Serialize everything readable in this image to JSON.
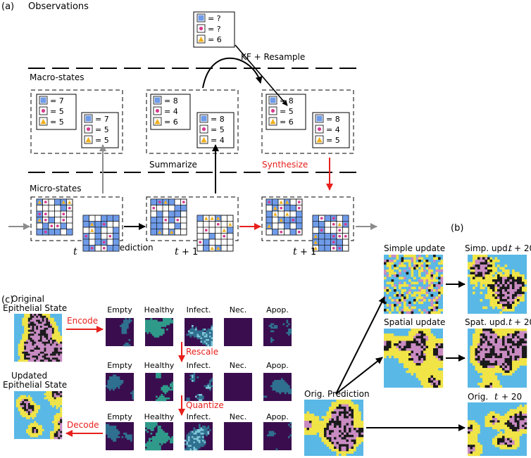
{
  "panel_labels": {
    "a": "(a)",
    "b": "(b)",
    "c": "(c)"
  },
  "panel_a": {
    "header": "Observations",
    "observation_counts": [
      "= ?",
      "= ?",
      "= 6"
    ],
    "kf_label": "KF + Resample",
    "macro_label": "Macro-states",
    "micro_label": "Micro-states",
    "summarize_label": "Summarize",
    "synthesize_label": "Synthesize",
    "prediction_label": "Prediction",
    "time_labels": [
      "t",
      "+ 1",
      "+ 1"
    ],
    "macro_counts": [
      {
        "back": [
          "= 7",
          "= 5",
          "= 5"
        ],
        "front": [
          "= 7",
          "= 5",
          "= 5"
        ]
      },
      {
        "back": [
          "= 8",
          "= 4",
          "= 6"
        ],
        "front": [
          "= 8",
          "= 5",
          "= 4"
        ]
      },
      {
        "back": [
          "= 8",
          "= 5",
          "= 6"
        ],
        "front": [
          "= 8",
          "= 4",
          "= 5"
        ]
      }
    ]
  },
  "panel_b": {
    "simple_update": "Simple update",
    "simple_update_t20": "Simp. upd. ",
    "spatial_update": "Spatial update",
    "spatial_update_t20": "Spat. upd. ",
    "orig_prediction": "Orig. Prediction",
    "orig_t20": "Orig. ",
    "t20_suffix": "+ 20"
  },
  "panel_c": {
    "original_state": [
      "Original",
      "Epithelial State"
    ],
    "updated_state": [
      "Updated",
      "Epithelial State"
    ],
    "encode": "Encode",
    "decode": "Decode",
    "rescale": "Rescale",
    "quantize": "Quantize",
    "channels": [
      "Empty",
      "Healthy",
      "Infect.",
      "Nec.",
      "Apop."
    ]
  },
  "colors": {
    "square": "#6f9be8",
    "circle": "#d63c8f",
    "triangle": "#f2b01e",
    "red_arrow": "#e8201c",
    "gray_arrow": "#8c8c8c",
    "sim_blue": "#59b8e6",
    "sim_yellow": "#f0e446",
    "sim_pink": "#c98bc2",
    "sim_black": "#1a1a1a",
    "channel_dark": "#3a0e4e",
    "channel_teal": "#2f9a8a"
  }
}
